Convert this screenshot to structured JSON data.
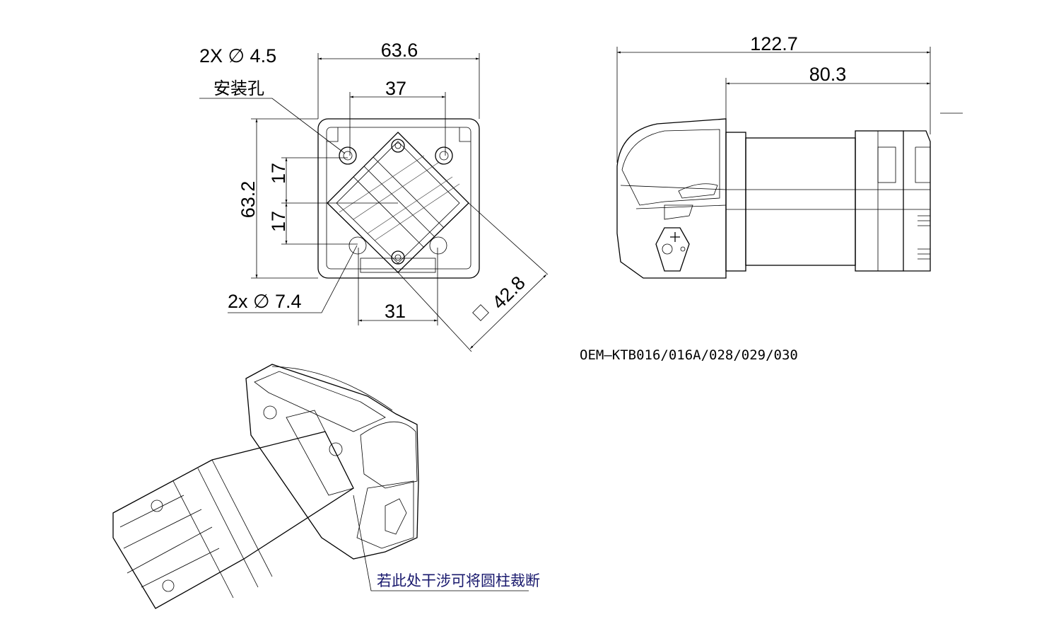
{
  "front_view": {
    "dim_width": "63.6",
    "dim_hole_spacing_top": "37",
    "dim_height": "63.2",
    "dim_upper_half": "17",
    "dim_lower_half": "17",
    "dim_hole_spacing_bottom": "31",
    "dim_flange_square": "42.8",
    "mounting_hole_callout": "2X ∅ 4.5",
    "mounting_hole_label": "安装孔",
    "large_hole_callout": "2x ∅ 7.4"
  },
  "side_view": {
    "dim_total_length": "122.7",
    "dim_motor_length": "80.3",
    "model_label": "OEM–KTB016/016A/028/029/030"
  },
  "iso_view": {
    "note": "若此处干涉可将圆柱裁断"
  }
}
